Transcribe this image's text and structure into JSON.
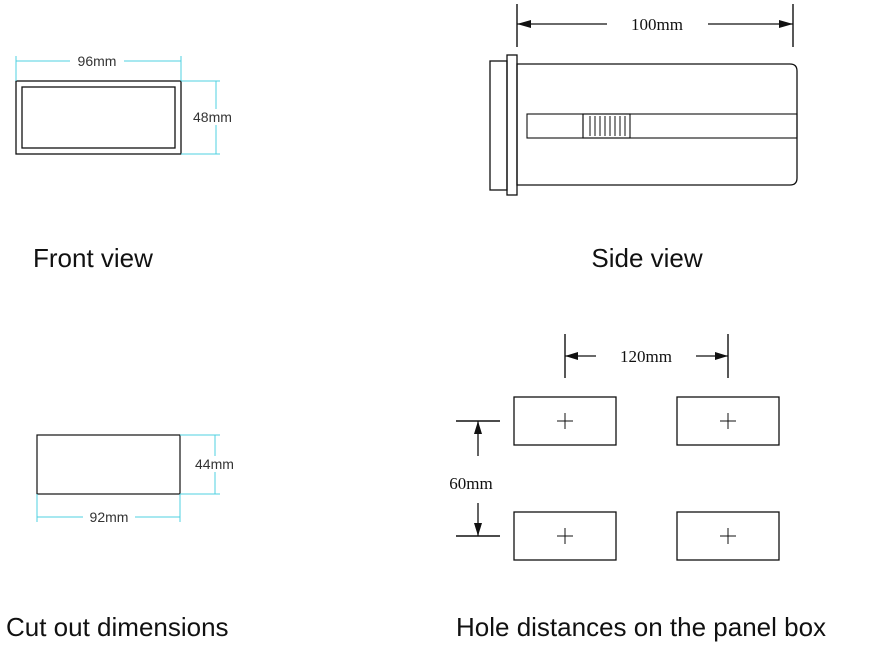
{
  "front_view": {
    "caption": "Front view",
    "width_label": "96mm",
    "height_label": "48mm"
  },
  "side_view": {
    "caption": "Side view",
    "length_label": "100mm"
  },
  "cutout": {
    "caption": "Cut out dimensions",
    "width_label": "92mm",
    "height_label": "44mm"
  },
  "holes": {
    "caption": "Hole distances on the panel box",
    "horizontal_label": "120mm",
    "vertical_label": "60mm"
  },
  "colors": {
    "line": "#111111",
    "dimension": "#4fd0e0"
  }
}
